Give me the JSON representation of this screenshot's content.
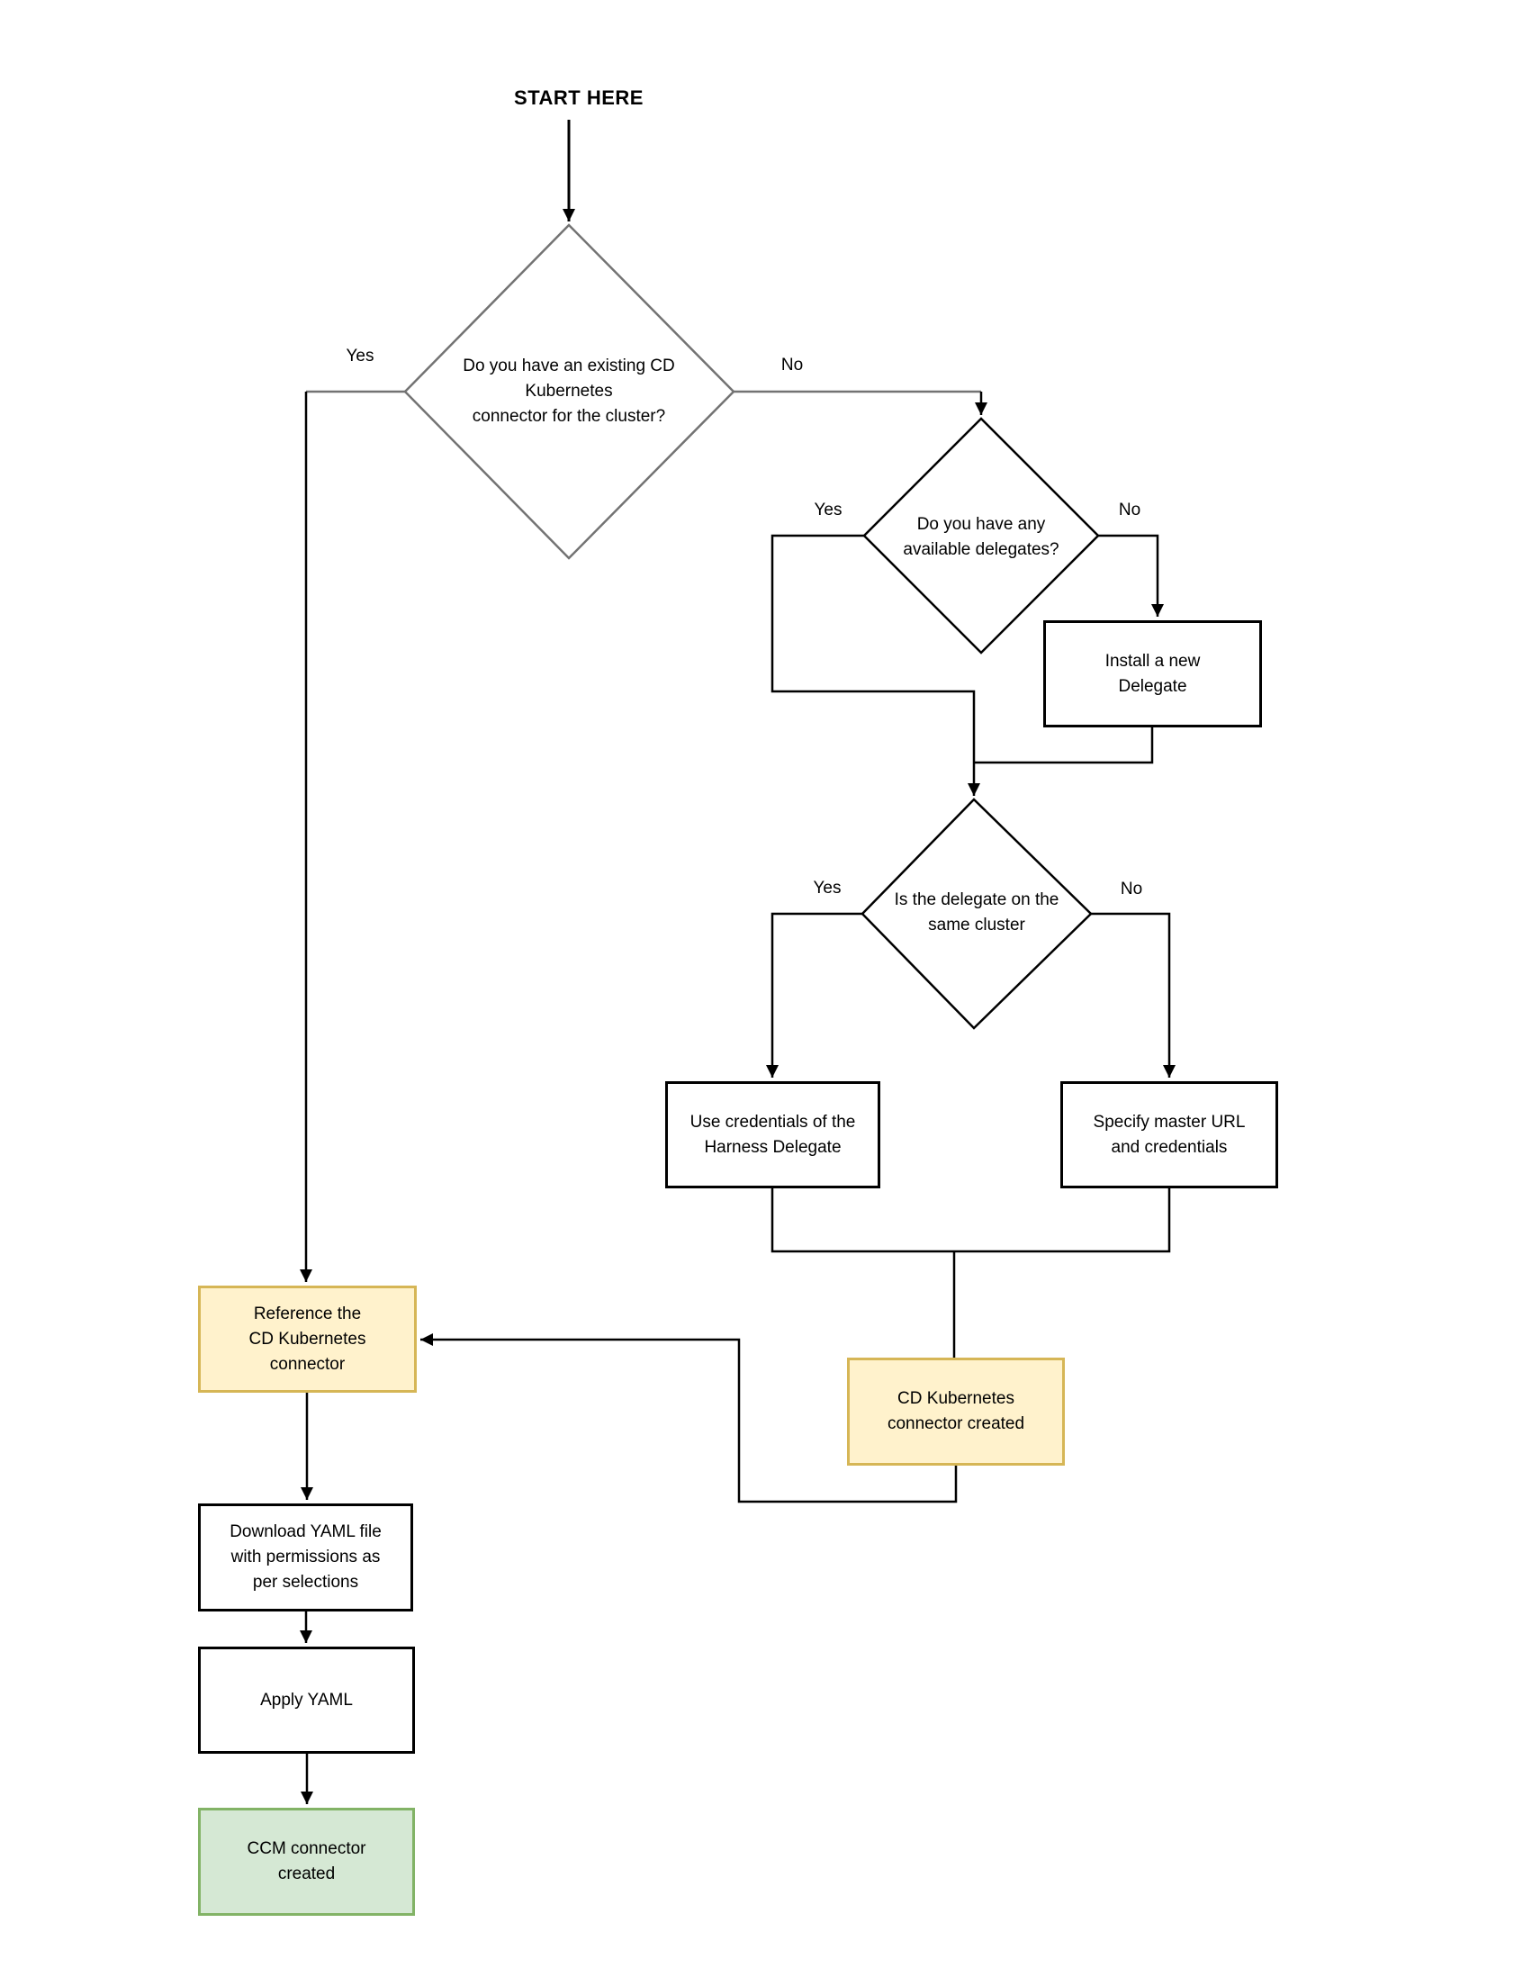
{
  "start_label": "START HERE",
  "decisions": {
    "existing_connector": {
      "label": "Do you have an existing CD\nKubernetes\nconnector for the cluster?"
    },
    "available_delegates": {
      "label": "Do you have any\navailable delegates?"
    },
    "delegate_same_cluster": {
      "label": "Is the delegate on the\nsame cluster"
    }
  },
  "processes": {
    "install_delegate": {
      "label": "Install a new\nDelegate"
    },
    "use_credentials": {
      "label": "Use credentials of the\nHarness Delegate"
    },
    "specify_master_url": {
      "label": "Specify master URL\nand credentials"
    },
    "cd_connector_created": {
      "label": "CD Kubernetes\nconnector created"
    },
    "reference_connector": {
      "label": "Reference the\nCD Kubernetes\nconnector"
    },
    "download_yaml": {
      "label": "Download YAML file\nwith permissions as\nper selections"
    },
    "apply_yaml": {
      "label": "Apply YAML"
    },
    "ccm_connector_created": {
      "label": "CCM connector\ncreated"
    }
  },
  "edge_labels": {
    "existing_yes": "Yes",
    "existing_no": "No",
    "delegates_yes": "Yes",
    "delegates_no": "No",
    "same_cluster_yes": "Yes",
    "same_cluster_no": "No"
  },
  "colors": {
    "highlight_fill": "#fff2cc",
    "highlight_border": "#d6b656",
    "success_fill": "#d5e8d4",
    "success_border": "#82b366",
    "connector_line": "#000000",
    "first_decision_line": "#737373"
  }
}
